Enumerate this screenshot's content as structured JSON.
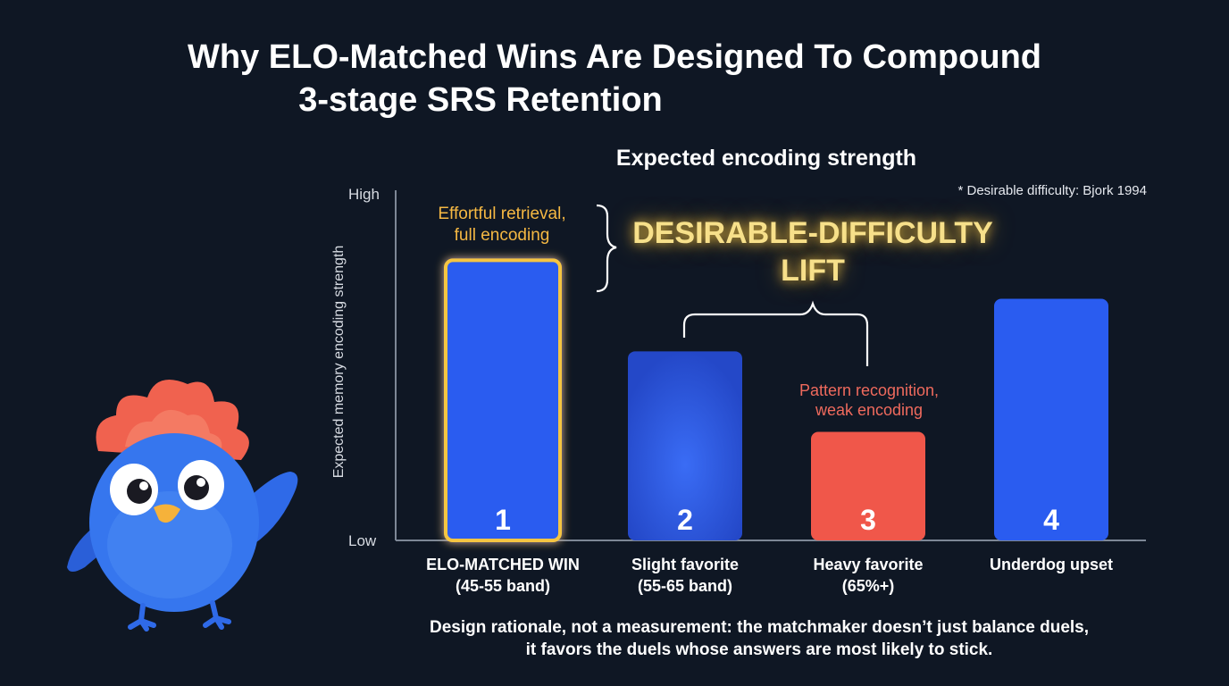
{
  "title": {
    "line1": "Why ELO-Matched Wins Are Designed To Compound",
    "line2": "3-stage SRS Retention"
  },
  "footnote": "* Desirable difficulty: Bjork 1994",
  "annotations": {
    "effortful_line1": "Effortful retrieval,",
    "effortful_line2": "full encoding",
    "lift_line1": "DESIRABLE-DIFFICULTY",
    "lift_line2": "LIFT",
    "pattern_line1": "Pattern recognition,",
    "pattern_line2": "weak encoding"
  },
  "caption": {
    "line1": "Design rationale, not a measurement: the matchmaker doesn’t just balance duels,",
    "line2": "it favors the duels whose answers are most likely to stick."
  },
  "colors": {
    "background": "#0f1724",
    "bar_blue": "#2a5cf0",
    "bar_blue_dark": "#2448c8",
    "bar_red": "#f0574a",
    "highlight_gold": "#f5c542",
    "axis": "#7d8796"
  },
  "mascot": {
    "icon": "blue-bird-mascot-icon"
  },
  "chart_data": {
    "type": "bar",
    "title": "Expected encoding strength",
    "ylabel": "Expected memory encoding strength",
    "ytick_labels": {
      "high": "High",
      "low": "Low"
    },
    "ylim": [
      0,
      100
    ],
    "categories": [
      {
        "line1": "ELO-MATCHED WIN",
        "line2": "(45-55 band)"
      },
      {
        "line1": "Slight favorite",
        "line2": "(55-65 band)"
      },
      {
        "line1": "Heavy favorite",
        "line2": "(65%+)"
      },
      {
        "line1": "Underdog upset",
        "line2": ""
      }
    ],
    "values": [
      80,
      54,
      31,
      69
    ],
    "bar_labels": [
      "1",
      "2",
      "3",
      "4"
    ],
    "bar_colors": [
      "#2a5cf0",
      "#2448c8",
      "#f0574a",
      "#2a5cf0"
    ],
    "highlighted_index": 0
  }
}
